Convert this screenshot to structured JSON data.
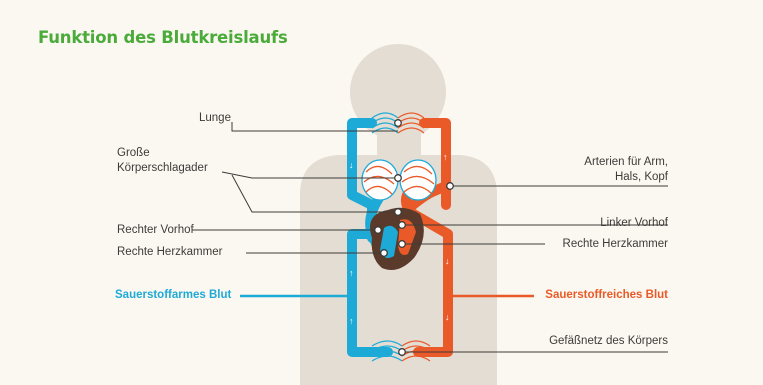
{
  "title": "Funktion des Blutkreislaufs",
  "labels": {
    "lunge": "Lunge",
    "grosse_1": "Große",
    "grosse_2": "Körperschlagader",
    "arterien_1": "Arterien für Arm,",
    "arterien_2": "Hals, Kopf",
    "linker_vorhof": "Linker Vorhof",
    "rechter_vorhof": "Rechter Vorhof",
    "rechte_herzkammer_left": "Rechte Herzkammer",
    "rechte_herzkammer_right": "Rechte Herzkammer",
    "sauerstoffarmes": "Sauerstoffarmes Blut",
    "sauerstoffreiches": "Sauerstoffreiches Blut",
    "gefaessnetz": "Gefäßnetz des Körpers"
  },
  "colors": {
    "background": "#fbf8f1",
    "title": "#4bab3a",
    "oxygen_poor": "#1eaad7",
    "oxygen_rich": "#ea5a28",
    "heart": "#5a3b2b",
    "silhouette": "#e3ddd3",
    "leader_line": "#3d3b39"
  }
}
